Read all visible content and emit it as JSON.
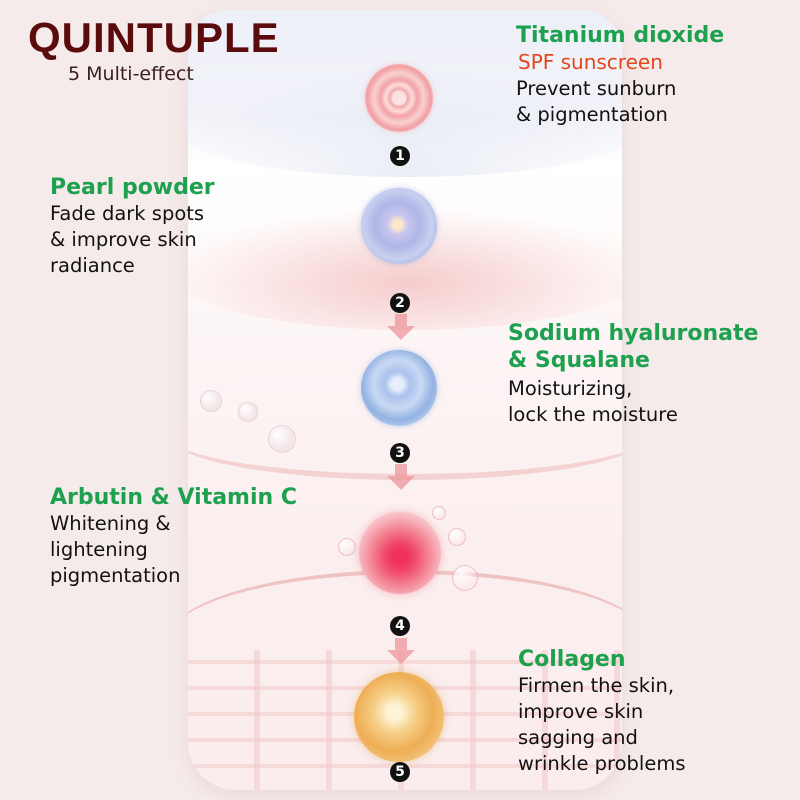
{
  "header": {
    "title": "QUINTUPLE",
    "subtitle": "5 Multi-effect"
  },
  "colors": {
    "title": "#5a0b0b",
    "ingredient_name": "#1ea14f",
    "highlight": "#e2461d",
    "body_text": "#111111",
    "background": "#f5ebea"
  },
  "steps": [
    {
      "number": "1",
      "ingredient": "Titanium dioxide",
      "highlight": "SPF sunscreen",
      "description": [
        "Prevent sunburn",
        "& pigmentation"
      ],
      "orb": "pink-gel-orb"
    },
    {
      "number": "2",
      "ingredient": "Pearl powder",
      "description": [
        "Fade dark spots",
        "& improve skin",
        "radiance"
      ],
      "orb": "lavender-pearl-orb"
    },
    {
      "number": "3",
      "ingredient_lines": [
        "Sodium hyaluronate",
        "& Squalane"
      ],
      "description": [
        "Moisturizing,",
        "lock the moisture"
      ],
      "orb": "blue-hydration-orb"
    },
    {
      "number": "4",
      "ingredient": "Arbutin & Vitamin C",
      "description": [
        "Whitening &",
        "lightening",
        "pigmentation"
      ],
      "orb": "red-honeycomb-orb"
    },
    {
      "number": "5",
      "ingredient": "Collagen",
      "description": [
        "Firmen the skin,",
        "improve skin",
        "sagging and",
        "wrinkle problems"
      ],
      "orb": "golden-collagen-orb"
    }
  ]
}
